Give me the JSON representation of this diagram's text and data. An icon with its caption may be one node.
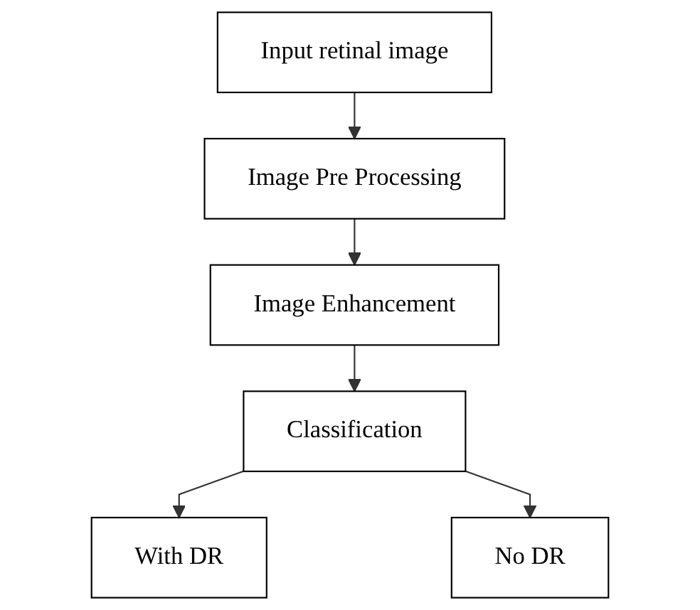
{
  "diagram": {
    "nodes": [
      {
        "text": [
          "Input retinal image"
        ]
      },
      {
        "text": [
          "Image Pre Processing"
        ]
      },
      {
        "text": [
          "Image Enhancement"
        ]
      },
      {
        "text": [
          "Classification"
        ]
      },
      {
        "text": [
          "With DR"
        ]
      },
      {
        "text": [
          "No DR"
        ]
      }
    ],
    "edges": [
      {
        "from": 0,
        "to": 1,
        "arrow": "to"
      },
      {
        "from": 1,
        "to": 2,
        "arrow": "to"
      },
      {
        "from": 2,
        "to": 3,
        "arrow": "to"
      },
      {
        "from": 3,
        "to": 4,
        "arrow": "to"
      },
      {
        "from": 3,
        "to": 5,
        "arrow": "to"
      }
    ]
  }
}
